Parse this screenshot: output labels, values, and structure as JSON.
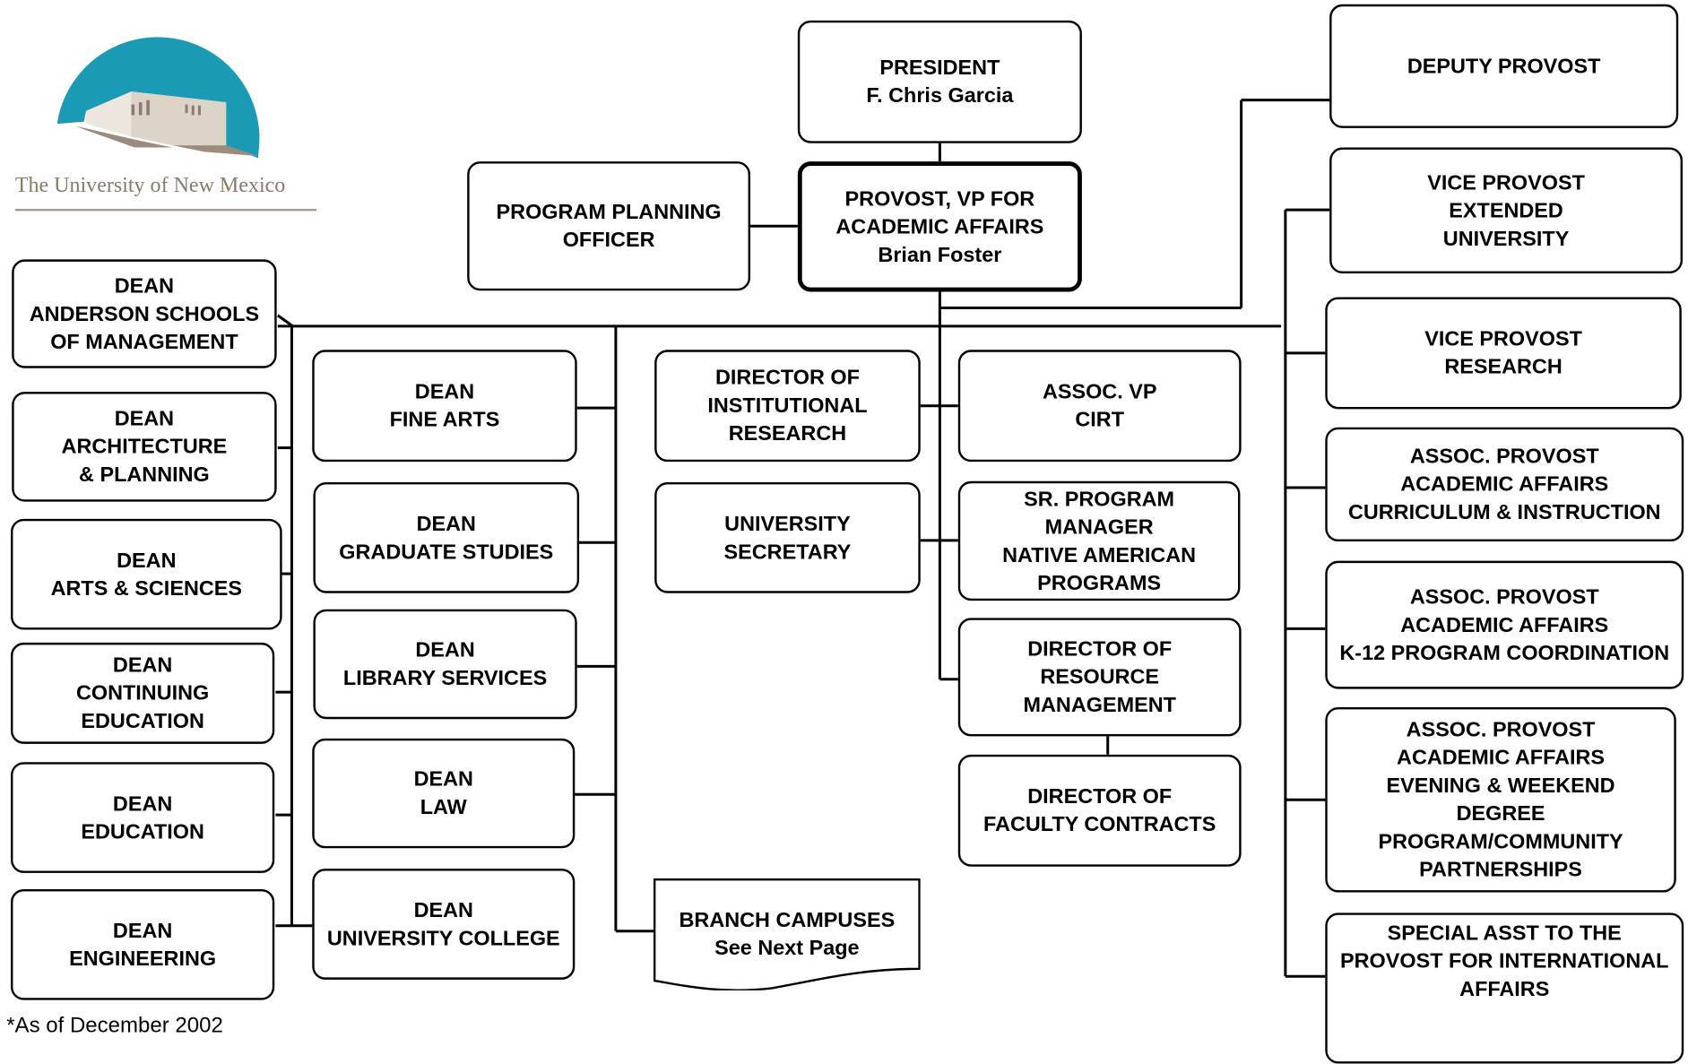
{
  "logo": {
    "icon": "unm-building-logo-icon",
    "text": "The University of New Mexico",
    "colors": {
      "arc": "#1a9ab5",
      "building": "#e4dcd2",
      "shadow": "#a08f80"
    }
  },
  "footnote": "*As of December 2002",
  "boxes": {
    "president": "PRESIDENT\nF. Chris Garcia",
    "provost": "PROVOST, VP FOR\nACADEMIC AFFAIRS\nBrian Foster",
    "program_planning": "PROGRAM PLANNING\nOFFICER",
    "deputy_provost": "DEPUTY PROVOST",
    "vp_extended": "VICE PROVOST\nEXTENDED\nUNIVERSITY",
    "vp_research": "VICE PROVOST\nRESEARCH",
    "ap_curriculum": "ASSOC. PROVOST\nACADEMIC AFFAIRS\nCURRICULUM & INSTRUCTION",
    "ap_k12": "ASSOC. PROVOST\nACADEMIC AFFAIRS\nK-12 PROGRAM COORDINATION",
    "ap_evening": "ASSOC. PROVOST\nACADEMIC AFFAIRS\nEVENING & WEEKEND\nDEGREE\nPROGRAM/COMMUNITY\nPARTNERSHIPS",
    "special_asst": "SPECIAL ASST TO THE\nPROVOST FOR INTERNATIONAL\nAFFAIRS",
    "dean_anderson": "DEAN\nANDERSON SCHOOLS\nOF MANAGEMENT",
    "dean_architecture": "DEAN\nARCHITECTURE\n& PLANNING",
    "dean_arts_sciences": "DEAN\nARTS & SCIENCES",
    "dean_continuing": "DEAN\nCONTINUING\nEDUCATION",
    "dean_education": "DEAN\nEDUCATION",
    "dean_engineering": "DEAN\nENGINEERING",
    "dean_fine_arts": "DEAN\nFINE ARTS",
    "dean_graduate": "DEAN\nGRADUATE STUDIES",
    "dean_library": "DEAN\nLIBRARY SERVICES",
    "dean_law": "DEAN\nLAW",
    "dean_university_college": "DEAN\nUNIVERSITY COLLEGE",
    "dir_institutional": "DIRECTOR OF\nINSTITUTIONAL\nRESEARCH",
    "university_secretary": "UNIVERSITY\nSECRETARY",
    "branch_campuses": "BRANCH CAMPUSES\nSee Next Page",
    "assoc_vp_cirt": "ASSOC. VP\nCIRT",
    "sr_program_manager": "SR. PROGRAM\nMANAGER\nNATIVE AMERICAN\nPROGRAMS",
    "dir_resource": "DIRECTOR OF\nRESOURCE\nMANAGEMENT",
    "dir_faculty_contracts": "DIRECTOR OF\nFACULTY CONTRACTS"
  }
}
